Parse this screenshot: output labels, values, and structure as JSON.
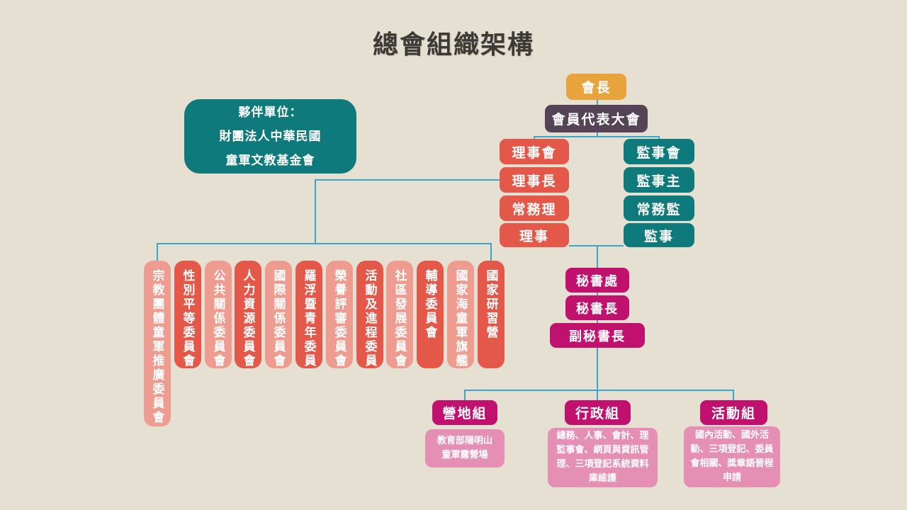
{
  "title": "總會組織架構",
  "colors": {
    "background": "#E6E0D3",
    "orange": "#E8A33C",
    "plum": "#554455",
    "coral": "#E4584A",
    "coral_light": "#EE9C90",
    "teal": "#0E7A7B",
    "magenta": "#C0116E",
    "pink": "#E68FB4",
    "connector": "#3BA6C9"
  },
  "partner": {
    "lines": [
      "夥伴單位：",
      "財團法人中華民國",
      "童軍文教基金會"
    ]
  },
  "president": "會長",
  "assembly": "會員代表大會",
  "directors": [
    "理事會",
    "理事長",
    "常務理",
    "理事"
  ],
  "supervisors": [
    "監事會",
    "監事主",
    "常務監",
    "監事"
  ],
  "committees": [
    {
      "label": "宗教團體童軍推廣委員會",
      "variant": "light"
    },
    {
      "label": "性別平等委員會",
      "variant": "dark"
    },
    {
      "label": "公共關係委員會",
      "variant": "light"
    },
    {
      "label": "人力資源委員會",
      "variant": "dark"
    },
    {
      "label": "國際關係委員會",
      "variant": "light"
    },
    {
      "label": "羅浮暨青年委員",
      "variant": "dark"
    },
    {
      "label": "榮譽評審委員會",
      "variant": "light"
    },
    {
      "label": "活動及進程委員",
      "variant": "dark"
    },
    {
      "label": "社區發展委員會",
      "variant": "light"
    },
    {
      "label": "輔導委員會",
      "variant": "dark"
    },
    {
      "label": "國家海童軍旗艦",
      "variant": "light"
    },
    {
      "label": "國家研習營",
      "variant": "dark"
    }
  ],
  "secretariat": [
    "秘書處",
    "秘書長",
    "副秘書長"
  ],
  "divisions": [
    {
      "name": "營地組",
      "desc_lines": [
        "教育部陽明山",
        "童軍露營場"
      ]
    },
    {
      "name": "行政組",
      "desc": "總務、人事、會計、理監事會、網頁與資訊管理、三項登記系統資料庫維護"
    },
    {
      "name": "活動組",
      "desc": "國內活動、國外活動、三項登記、委員會相關、獎章語晉程申請"
    }
  ]
}
